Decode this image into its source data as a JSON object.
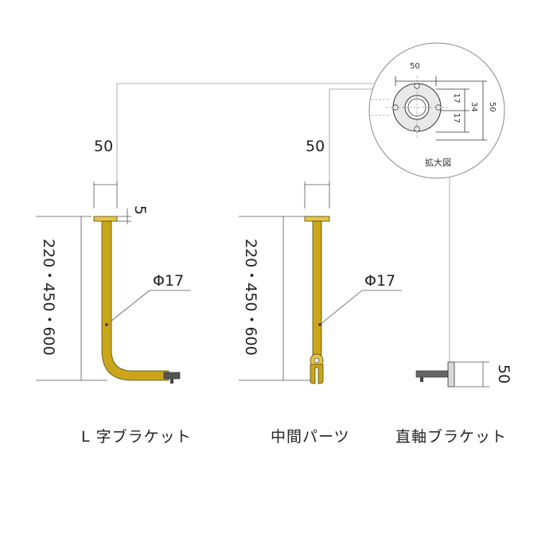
{
  "captions": {
    "l_bracket": "L 字ブラケット",
    "middle_part": "中間パーツ",
    "straight_bracket": "直軸ブラケット"
  },
  "dimensions": {
    "offset_left": "50",
    "offset_middle": "50",
    "plate_thickness": "5",
    "length_left": "220・450・600",
    "length_middle": "220・450・600",
    "diameter_left": "Φ17",
    "diameter_middle": "Φ17",
    "straight_height": "50"
  },
  "enlarged": {
    "label": "拡大図",
    "width": "50",
    "half_a": "17",
    "half_b": "17",
    "span": "34",
    "total": "50"
  },
  "colors": {
    "pipe": "#C9A51A",
    "pipe_edge": "#5a4a10",
    "line": "#555555",
    "bolt": "#444444"
  }
}
